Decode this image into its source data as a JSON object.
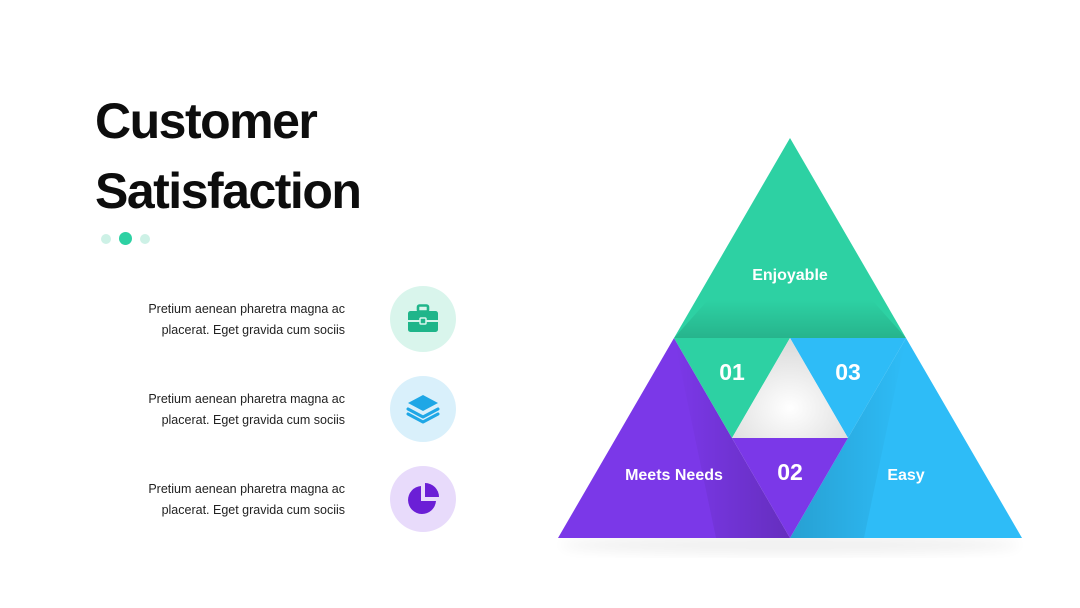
{
  "title": {
    "line1": "Customer",
    "line2": "Satisfaction"
  },
  "items": [
    {
      "line1": "Pretium aenean pharetra magna ac",
      "line2": "placerat. Eget gravida cum sociis",
      "icon": "briefcase-icon",
      "color": "#1fb58a",
      "bg": "#d9f5ec"
    },
    {
      "line1": "Pretium aenean pharetra magna ac",
      "line2": "placerat. Eget gravida cum sociis",
      "icon": "layers-icon",
      "color": "#1ea7e6",
      "bg": "#d9f0fb"
    },
    {
      "line1": "Pretium aenean pharetra magna ac",
      "line2": "placerat. Eget gravida cum sociis",
      "icon": "pie-chart-icon",
      "color": "#6b1fd6",
      "bg": "#e8dbfb"
    }
  ],
  "pyramid": {
    "top": {
      "label": "Enjoyable",
      "number": "01",
      "color": "#2dd1a3"
    },
    "left": {
      "label": "Meets Needs",
      "number": "02",
      "color": "#7b38e8"
    },
    "right": {
      "label": "Easy",
      "number": "03",
      "color": "#2ebcf7"
    },
    "center_color": "#eeeeee"
  }
}
